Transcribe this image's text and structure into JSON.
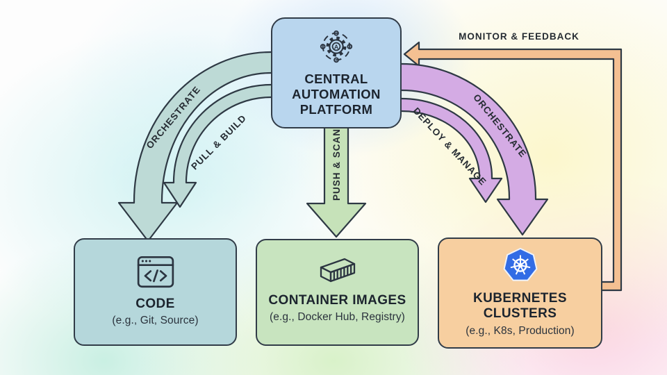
{
  "central_platform": {
    "title": "CENTRAL\nAUTOMATION\nPLATFORM"
  },
  "nodes": {
    "code": {
      "title": "CODE",
      "subtitle": "(e.g., Git, Source)",
      "fill": "#b5d7db"
    },
    "container_images": {
      "title": "CONTAINER IMAGES",
      "subtitle": "(e.g., Docker Hub, Registry)",
      "fill": "#c8e4bf"
    },
    "kubernetes_clusters": {
      "title": "KUBERNETES\nCLUSTERS",
      "subtitle": "(e.g., K8s, Production)",
      "fill": "#f7cfa0"
    }
  },
  "arrows": {
    "orchestrate_left": {
      "label": "ORCHESTRATE",
      "color": "#bddad6"
    },
    "pull_build": {
      "label": "PULL & BUILD",
      "color": "#bddad6"
    },
    "push_scan": {
      "label": "PUSH & SCAN",
      "color": "#c6e2b9"
    },
    "orchestrate_right": {
      "label": "ORCHESTRATE",
      "color": "#d4abe4"
    },
    "deploy_manage": {
      "label": "DEPLOY & MANAGE",
      "color": "#d4abe4"
    },
    "monitor_feedback": {
      "label": "MONITOR & FEEDBACK",
      "color": "#f4c092"
    }
  },
  "colors": {
    "central_fill": "#b9d6ee",
    "outline": "#2e3944",
    "kubernetes_blue": "#326ce5"
  }
}
